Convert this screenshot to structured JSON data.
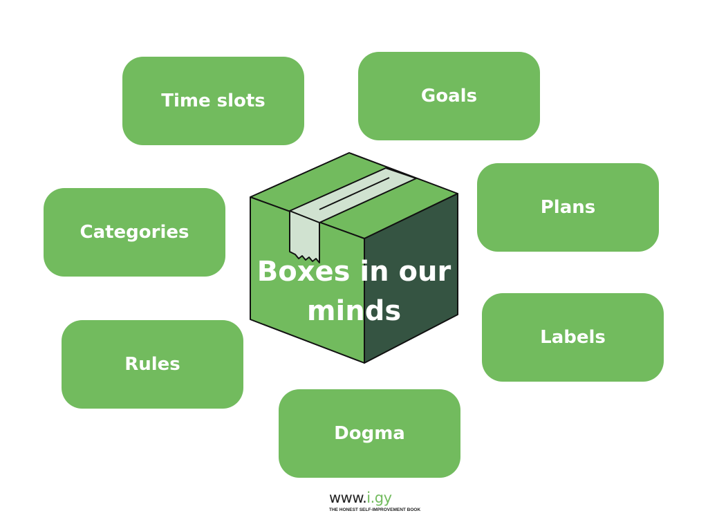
{
  "title": "Boxes in our minds",
  "items": [
    {
      "label": "Time slots"
    },
    {
      "label": "Goals"
    },
    {
      "label": "Plans"
    },
    {
      "label": "Categories"
    },
    {
      "label": "Labels"
    },
    {
      "label": "Rules"
    },
    {
      "label": "Dogma"
    }
  ],
  "logo": {
    "prefix": "www.",
    "domain": "i.gy",
    "tagline": "THE HONEST SELF-IMPROVEMENT BOOK"
  },
  "colors": {
    "green": "#72bb5e",
    "dark_green": "#355442",
    "tape": "#d0e2d0"
  }
}
